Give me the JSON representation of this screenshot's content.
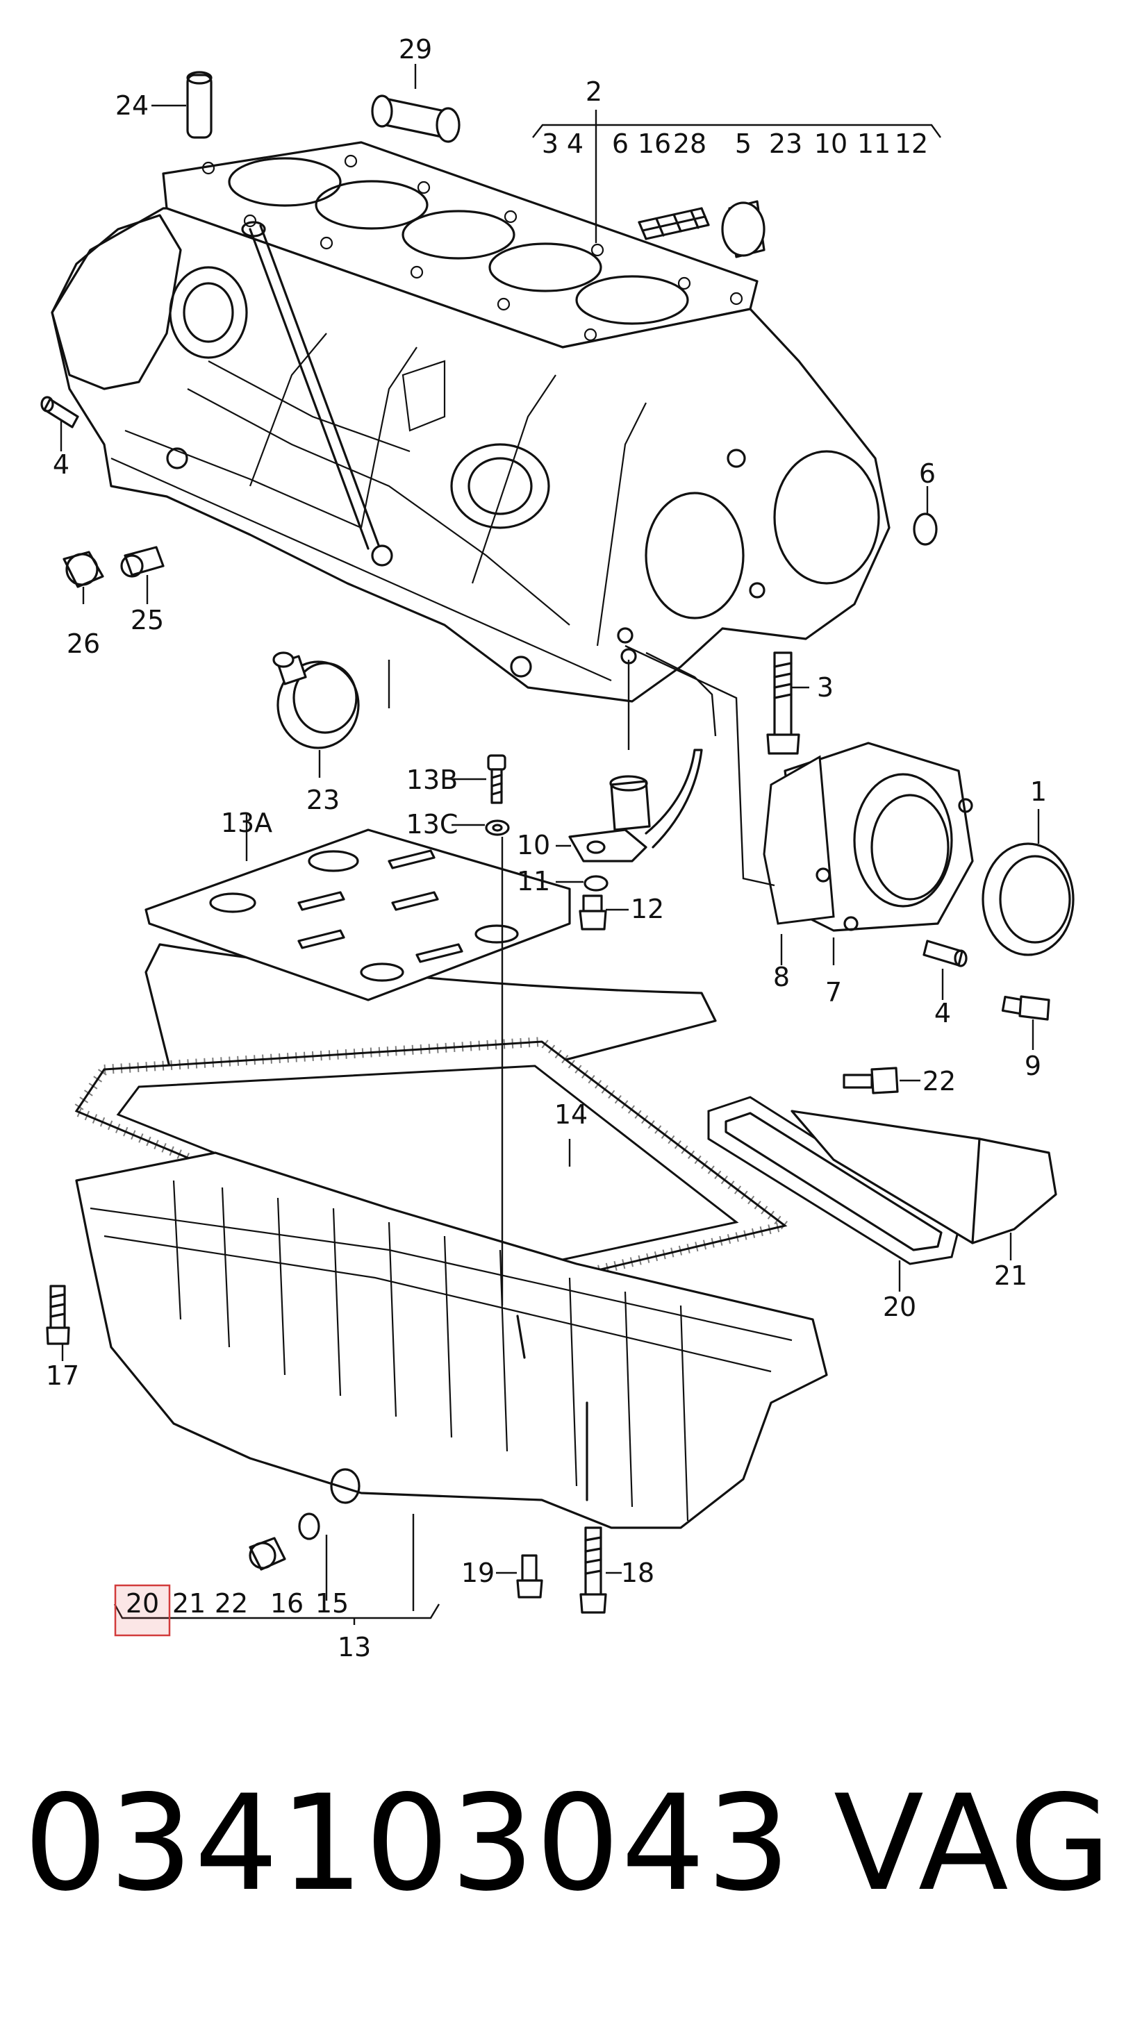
{
  "diagram": {
    "callouts": {
      "c29": "29",
      "c24": "24",
      "c2": "2",
      "c4a": "4",
      "c26": "26",
      "c25": "25",
      "c6": "6",
      "c23": "23",
      "c3b": "3",
      "c13b": "13B",
      "c13c": "13C",
      "c13a": "13A",
      "c10": "10",
      "c11": "11",
      "c12": "12",
      "c1": "1",
      "c8": "8",
      "c7": "7",
      "c4b": "4",
      "c9": "9",
      "c14": "14",
      "c22": "22",
      "c21": "21",
      "c20": "20",
      "c17": "17",
      "c19": "19",
      "c18": "18",
      "c13": "13"
    },
    "group_2": [
      "3",
      "4",
      "6",
      "16",
      "28",
      "5",
      "23",
      "10",
      "11",
      "12"
    ],
    "group_13": [
      "20",
      "21",
      "22",
      "16",
      "15"
    ],
    "highlighted_callout": "20"
  },
  "footer": {
    "part_number": "034103043",
    "brand": "VAG"
  }
}
